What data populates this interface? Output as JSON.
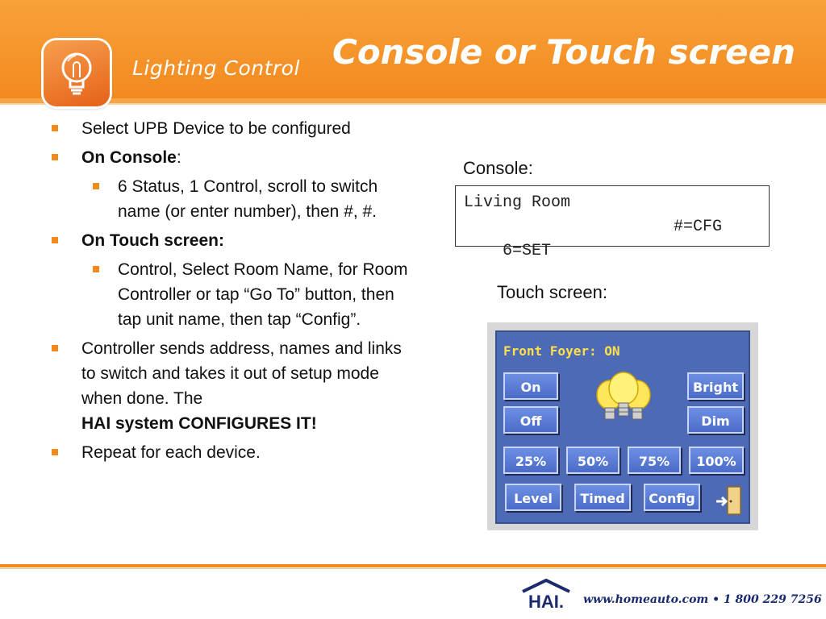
{
  "header": {
    "section_label": "Lighting Control",
    "title": "Console or Touch screen",
    "icon": "light-bulb-icon"
  },
  "bullets": [
    {
      "level": 1,
      "text": "Select UPB Device to be configured"
    },
    {
      "level": 1,
      "text": "On Console",
      "suffix": ":"
    },
    {
      "level": 2,
      "text": "6 Status, 1 Control, scroll to switch name (or enter number), then #, #."
    },
    {
      "level": 1,
      "text": "On Touch screen:"
    },
    {
      "level": 2,
      "text": "Control, Select Room Name, for Room Controller or tap “Go To” button, then tap unit name, then tap “Config”."
    },
    {
      "level": 1,
      "text": "Controller sends address, names and links to switch and takes it out of setup mode when done. The",
      "emphasis": "HAI system CONFIGURES IT!"
    },
    {
      "level": 1,
      "text": "Repeat for each device."
    }
  ],
  "console": {
    "label": "Console:",
    "line1": "Living Room",
    "line2_left": "6=SET",
    "line2_right": "#=CFG"
  },
  "touch_screen": {
    "label": "Touch screen:",
    "status": "Front Foyer: ON",
    "buttons": {
      "on": "On",
      "off": "Off",
      "bright": "Bright",
      "dim": "Dim",
      "p25": "25%",
      "p50": "50%",
      "p75": "75%",
      "p100": "100%",
      "level": "Level",
      "timed": "Timed",
      "config": "Config"
    },
    "exit_icon": "exit-door-icon",
    "bulbs_icon": "light-bulbs-icon"
  },
  "footer": {
    "logo_text": "HAI.",
    "contact": "www.homeauto.com • 1 800 229 7256"
  },
  "colors": {
    "accent": "#f08a1c",
    "panel": "#4e6ab4",
    "status_text": "#ffe04a"
  }
}
